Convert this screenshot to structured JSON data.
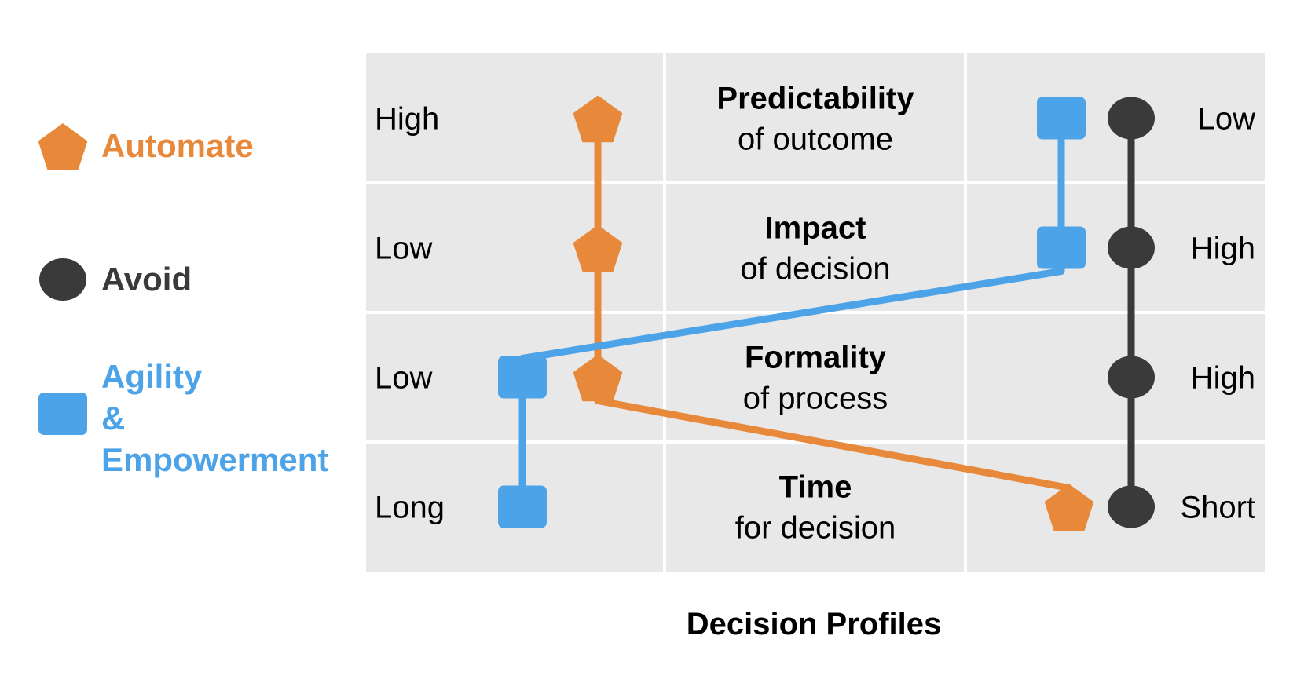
{
  "legend": [
    {
      "label": "Automate",
      "shape": "pentagon",
      "color": "#E8883A"
    },
    {
      "label": "Avoid",
      "shape": "circle",
      "color": "#3A3A3A"
    },
    {
      "label_lines": [
        "Agility",
        "&",
        "Empowerment"
      ],
      "shape": "rounded-square",
      "color": "#4DA3E8"
    }
  ],
  "rows": [
    {
      "title": "Predictability",
      "subtitle": "of outcome",
      "left": "High",
      "right": "Low"
    },
    {
      "title": "Impact",
      "subtitle": "of decision",
      "left": "Low",
      "right": "High"
    },
    {
      "title": "Formality",
      "subtitle": "of process",
      "left": "Low",
      "right": "High"
    },
    {
      "title": "Time",
      "subtitle": "for decision",
      "left": "Long",
      "right": "Short"
    }
  ],
  "footer": "Decision Profiles",
  "profiles": [
    {
      "name": "Automate",
      "shape": "pentagon",
      "color": "#E8883A",
      "positions": [
        "left",
        "left",
        "left",
        "right"
      ]
    },
    {
      "name": "Avoid",
      "shape": "circle",
      "color": "#3A3A3A",
      "positions": [
        "right",
        "right",
        "right",
        "right"
      ]
    },
    {
      "name": "Agility & Empowerment",
      "shape": "rounded-square",
      "color": "#4DA3E8",
      "positions": [
        "right",
        "right",
        "left",
        "left"
      ]
    }
  ],
  "colors": {
    "cell_background": "#E8E8E8",
    "grid_line": "#FFFFFF",
    "text": "#000000"
  }
}
